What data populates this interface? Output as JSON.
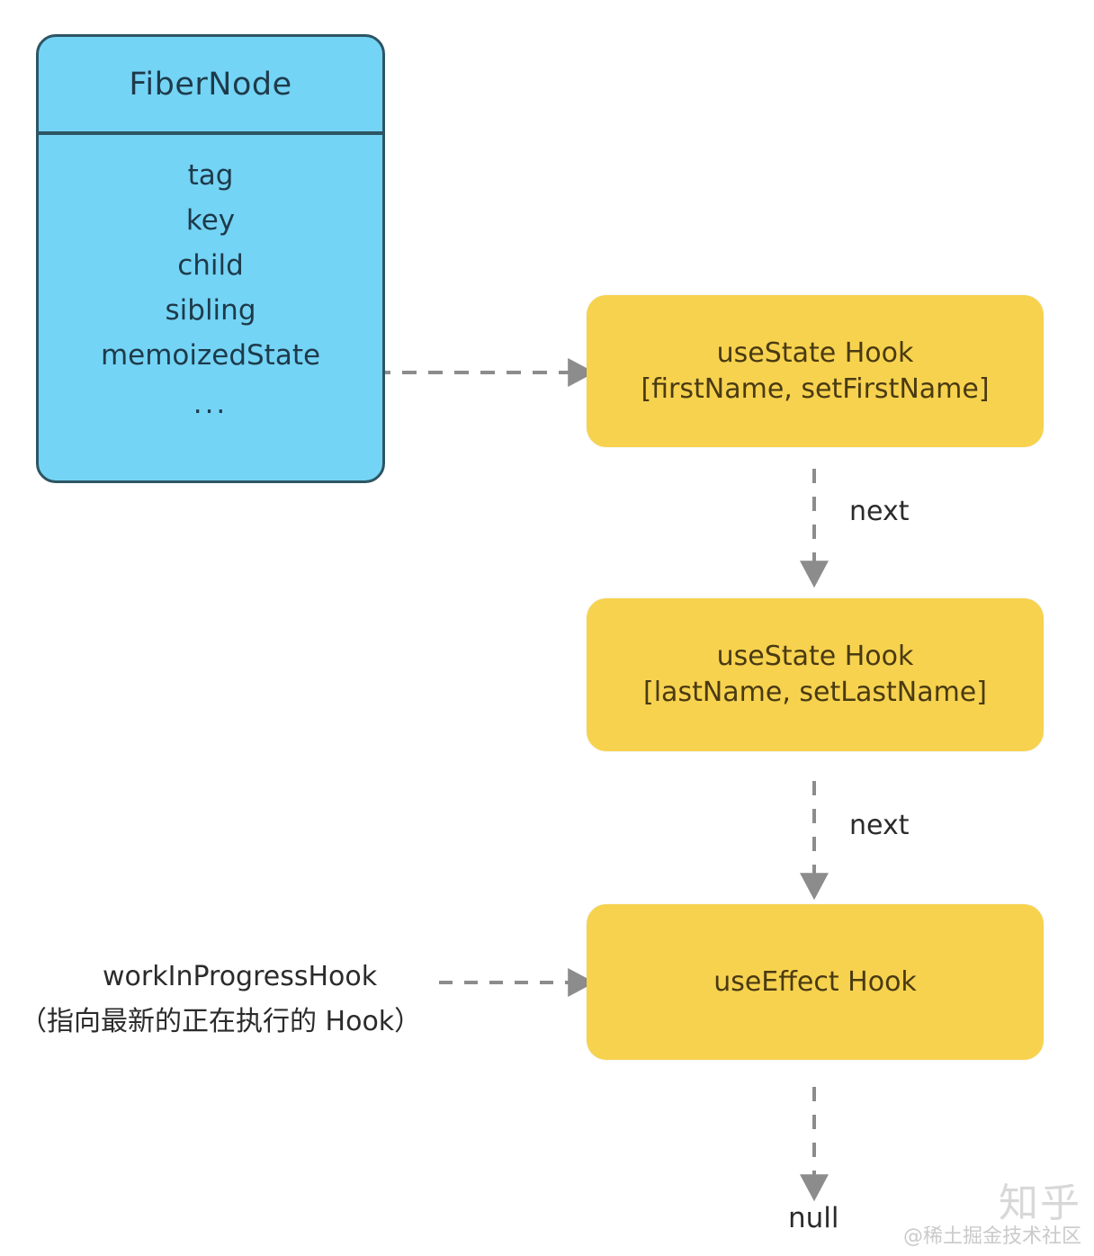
{
  "diagram": {
    "title_node": {
      "title": "FiberNode",
      "fields": [
        "tag",
        "key",
        "child",
        "sibling",
        "memoizedState",
        "..."
      ]
    },
    "hooks": [
      {
        "line1": "useState Hook",
        "line2": "[firstName, setFirstName]"
      },
      {
        "line1": "useState Hook",
        "line2": "[lastName, setLastName]"
      },
      {
        "line1": "useEffect Hook",
        "line2": ""
      }
    ],
    "edges": {
      "next_1": "next",
      "next_2": "next",
      "terminator": "null"
    },
    "annotation": {
      "line1": "workInProgressHook",
      "line2": "（指向最新的正在执行的 Hook）"
    },
    "watermark": {
      "logo": "知乎",
      "text": "@稀土掘金技术社区"
    },
    "colors": {
      "node_fill": "#74d4f5",
      "node_border": "#2d5564",
      "node_text": "#1e3a4a",
      "hook_fill": "#f6d24f",
      "hook_text": "#4a3a12",
      "arrow": "#8c8c8c",
      "label_text": "#2b2b2b",
      "background": "#ffffff"
    }
  }
}
